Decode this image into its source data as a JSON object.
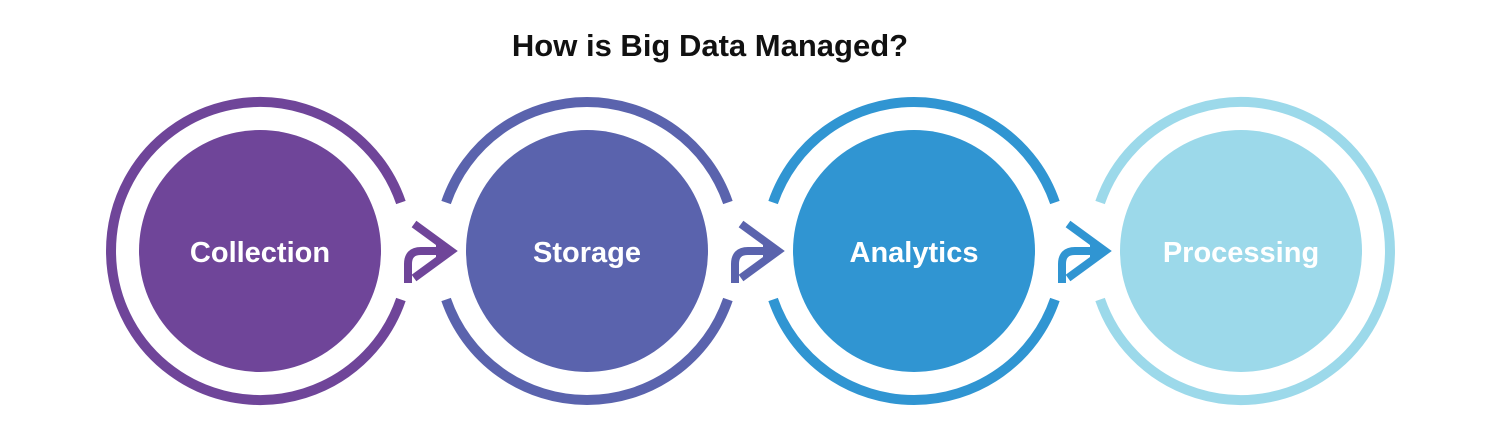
{
  "title": "How is Big Data Managed?",
  "title_color": "#111111",
  "background_color": "#FFFFFF",
  "label_text_color": "#FFFFFF",
  "stages": [
    {
      "label": "Collection",
      "color": "#6F4599"
    },
    {
      "label": "Storage",
      "color": "#5A63AD"
    },
    {
      "label": "Analytics",
      "color": "#3095D2"
    },
    {
      "label": "Processing",
      "color": "#9CD9EA"
    }
  ],
  "arrows": [
    {
      "from": "Collection",
      "to": "Storage"
    },
    {
      "from": "Storage",
      "to": "Analytics"
    },
    {
      "from": "Analytics",
      "to": "Processing"
    }
  ]
}
